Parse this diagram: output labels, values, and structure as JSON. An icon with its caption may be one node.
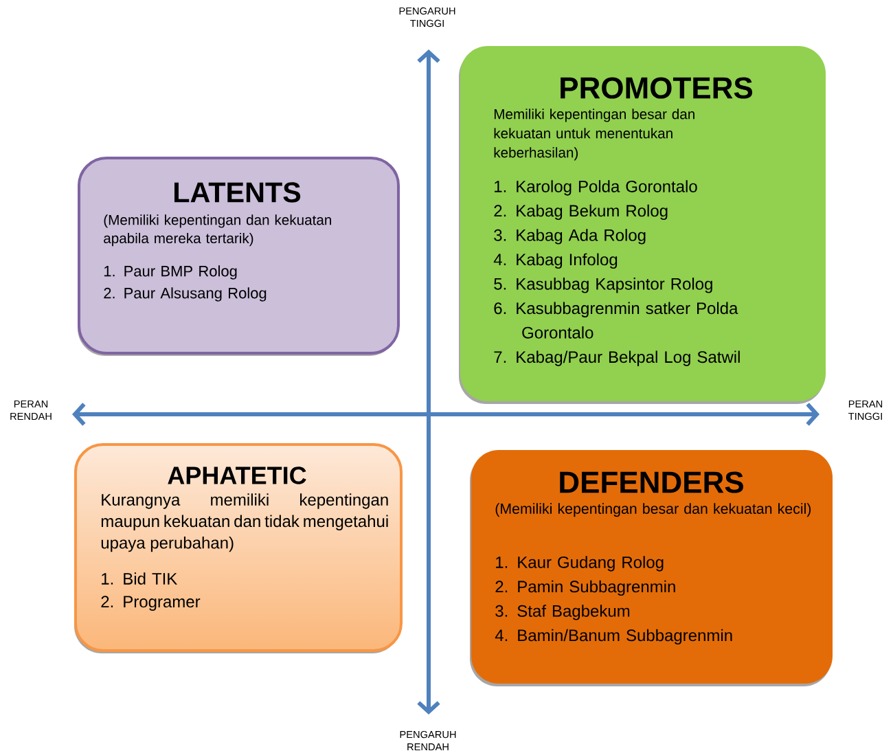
{
  "diagram": {
    "nodes": [
      {
        "text": [
          "LATENTS",
          "(Memiliki kepentingan dan kekuatan apabila mereka tertarik)",
          "1. Paur BMP Rolog",
          "2. Paur Alsusang Rolog"
        ]
      },
      {
        "text": [
          "PROMOTERS",
          "Memiliki kepentingan besar dan kekuatan untuk menentukan keberhasilan)",
          "1. Karolog Polda Gorontalo",
          "2. Kabag Bekum Rolog",
          "3. Kabag Ada Rolog",
          "4. Kabag Infolog",
          "5. Kasubbag Kapsintor Rolog",
          "6. Kasubbagrenmin satker Polda Gorontalo",
          "7. Kabag/Paur Bekpal Log Satwil"
        ]
      },
      {
        "text": [
          "APHATETIC",
          "Kurangnya memiliki kepentingan maupun kekuatan dan tidak mengetahui upaya perubahan)",
          "1. Bid TIK",
          "2. Programer"
        ]
      },
      {
        "text": [
          "DEFENDERS",
          "(Memiliki kepentingan besar dan kekuatan kecil)",
          "1. Kaur Gudang Rolog",
          "2. Pamin Subbagrenmin",
          "3. Staf Bagbekum",
          "4. Bamin/Banum Subbagrenmin"
        ]
      }
    ],
    "labels": [
      "PENGARUH TINGGI",
      "PERAN RENDAH",
      "PERAN TINGGI",
      "PENGARUH RENDAH"
    ]
  }
}
